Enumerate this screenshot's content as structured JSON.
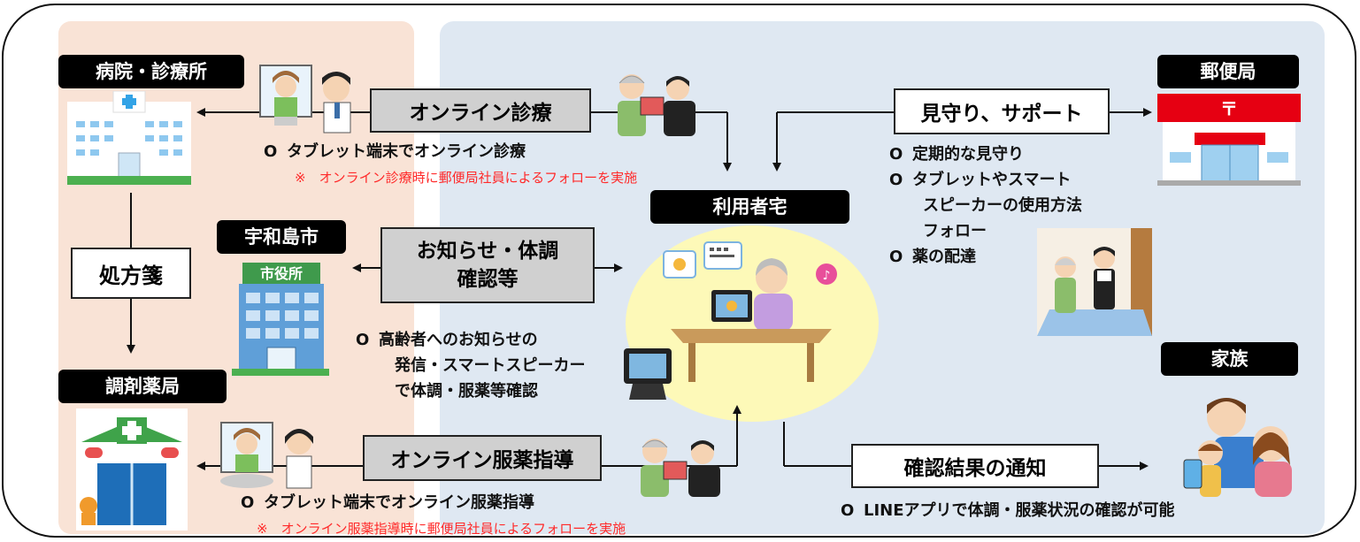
{
  "nodes": {
    "hospital": "病院・診療所",
    "uwajima": "宇和島市",
    "pharmacy": "調剤薬局",
    "home": "利用者宅",
    "post_office": "郵便局",
    "family": "家族",
    "city_hall_sign": "市役所"
  },
  "boxes": {
    "online_diagnosis": "オンライン診療",
    "notice_line1": "お知らせ・体調",
    "notice_line2": "確認等",
    "prescription": "処方箋",
    "online_medication": "オンライン服薬指導",
    "watch_support": "見守り、サポート",
    "result_notice": "確認結果の通知"
  },
  "bullets": {
    "tablet_diagnosis": "タブレット端末でオンライン診療",
    "note_diagnosis": "※　オンライン診療時に郵便局社員によるフォローを実施",
    "elderly_line1": "高齢者へのお知らせの",
    "elderly_line2": "発信・スマートスピーカー",
    "elderly_line3": "で体調・服薬等確認",
    "tablet_medication": "タブレット端末でオンライン服薬指導",
    "note_medication": "※　オンライン服薬指導時に郵便局社員によるフォローを実施",
    "support_1": "定期的な見守り",
    "support_2_line1": "タブレットやスマート",
    "support_2_line2": "スピーカーの使用方法",
    "support_2_line3": "フォロー",
    "support_3": "薬の配達",
    "line_app": "LINEアプリで体調・服薬状況の確認が可能"
  },
  "bullet_mark": "O",
  "colors": {
    "left_panel": "#f9e3d6",
    "right_panel": "#dfe8f2",
    "home_circle": "#fdf9b8",
    "post_red": "#e60012",
    "note_red": "#ff2a2a"
  }
}
